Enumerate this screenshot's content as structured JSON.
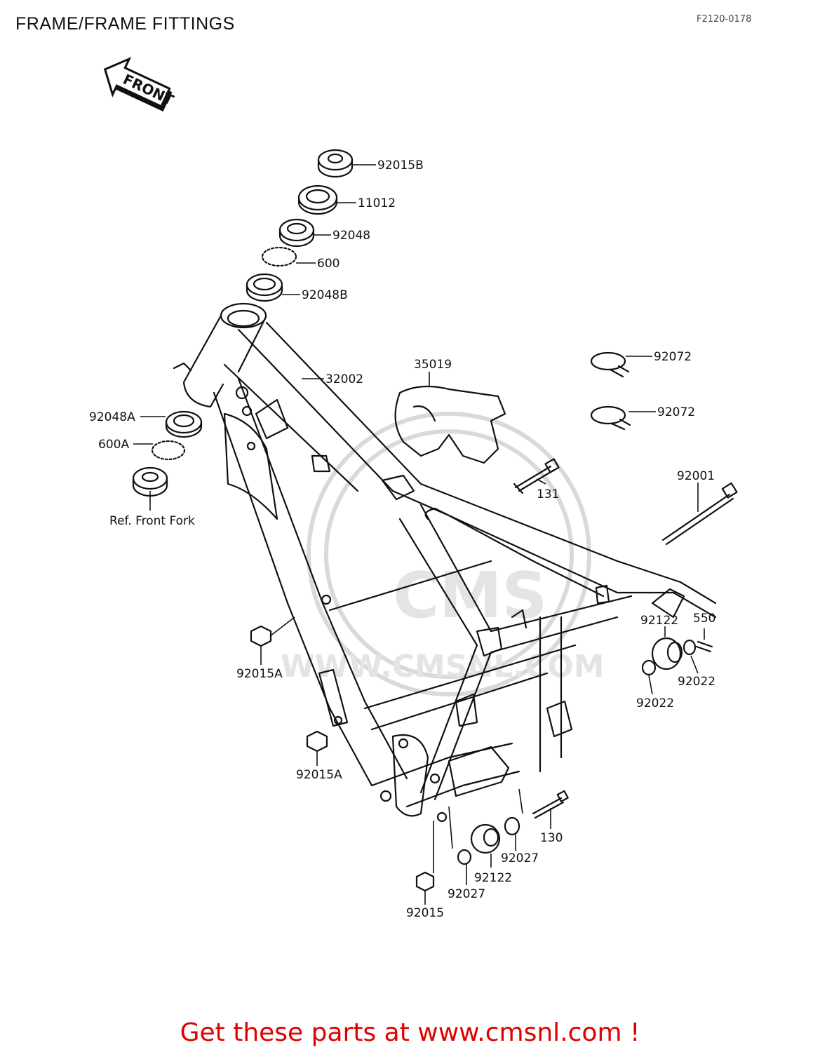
{
  "header": {
    "title": "FRAME/FRAME FITTINGS",
    "code": "F2120-0178"
  },
  "arrow": {
    "label": "FRONT"
  },
  "parts": [
    {
      "id": "p-92015B",
      "label": "92015B"
    },
    {
      "id": "p-11012",
      "label": "11012"
    },
    {
      "id": "p-92048",
      "label": "92048"
    },
    {
      "id": "p-600",
      "label": "600"
    },
    {
      "id": "p-92048B",
      "label": "92048B"
    },
    {
      "id": "p-32002",
      "label": "32002"
    },
    {
      "id": "p-35019",
      "label": "35019"
    },
    {
      "id": "p-92072-a",
      "label": "92072"
    },
    {
      "id": "p-92072-b",
      "label": "92072"
    },
    {
      "id": "p-92048A",
      "label": "92048A"
    },
    {
      "id": "p-600A",
      "label": "600A"
    },
    {
      "id": "p-ref",
      "label": "Ref. Front Fork"
    },
    {
      "id": "p-131",
      "label": "131"
    },
    {
      "id": "p-92001",
      "label": "92001"
    },
    {
      "id": "p-92122-a",
      "label": "92122"
    },
    {
      "id": "p-550",
      "label": "550"
    },
    {
      "id": "p-92022-a",
      "label": "92022"
    },
    {
      "id": "p-92022-b",
      "label": "92022"
    },
    {
      "id": "p-92015A-a",
      "label": "92015A"
    },
    {
      "id": "p-92015A-b",
      "label": "92015A"
    },
    {
      "id": "p-130",
      "label": "130"
    },
    {
      "id": "p-92027-a",
      "label": "92027"
    },
    {
      "id": "p-92122-b",
      "label": "92122"
    },
    {
      "id": "p-92027-b",
      "label": "92027"
    },
    {
      "id": "p-92015",
      "label": "92015"
    }
  ],
  "watermark": {
    "text": "WWW.CMSNL.COM",
    "logo": "CMS"
  },
  "footer": {
    "text": "Get these parts at www.cmsnl.com !"
  }
}
